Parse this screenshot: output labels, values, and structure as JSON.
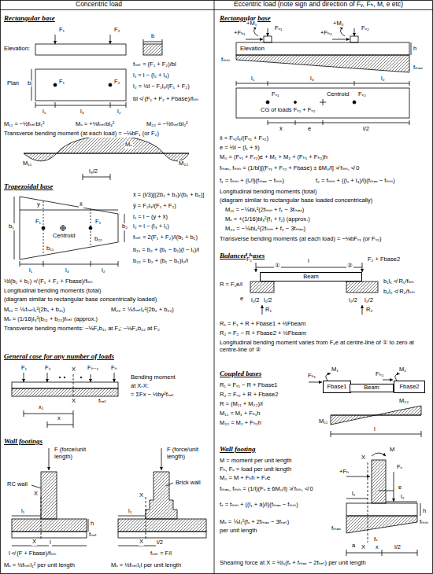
{
  "diagram": {
    "nodes": [
      {
        "text": [
          "Beam"
        ]
      },
      {
        "text": [
          "Fbase1"
        ]
      },
      {
        "text": [
          "Beam"
        ]
      },
      {
        "text": [
          "Fbase2"
        ]
      }
    ],
    "labels": [
      "Concentric load",
      "Eccentric load (note sign and direction of Fᵥ, Fₕ, M, e etc)",
      "Rectangular base",
      "F₁",
      "F₂",
      "b",
      "Elevation:",
      "Plan",
      "b",
      "F₁",
      "F₂",
      "l₁",
      "l₃",
      "l₂",
      "fₙₑₜ = (F₁ + F₂)/bl",
      "l₁ = l − (l₂ + l₃)",
      "l₂ = ½l − F₁l₃/(F₁ + F₂)",
      "bl ≮ (F₁ + F₂ + Fbase)/fₗᵢₘ",
      "M₁₁ = −½fₙₑₜbl₁²",
      "Mₓ = +⅛fₙₑₜbl₃²",
      "M₂₂ = −½fₙₑₜbl₂²",
      "Transverse bending moment (at each load) = −⅛bF₁ (or F₂)",
      "Mₓ",
      "M₁₁",
      "M₂₂",
      "l₃/2",
      "Trapezoidal base",
      "y",
      "x̄",
      "Centroid",
      "F₁",
      "F₂",
      "b₁₁",
      "b₂₂",
      "b₁",
      "b₂",
      "l₁",
      "l₃",
      "l₂",
      "x̄ = (l/3)[(2b₁ + b₂)/(b₁ + b₂)]",
      "ȳ = F₂l₃/(F₁ + F₂)",
      "l₁ = l − (y + x̄)",
      "l₂ = l − (l₃ + l₁)",
      "fₙₑₜ = 2(F₁ + F₂)/l(b₁ + b₂)",
      "b₁₁ = b₂ + (b₁ − b₂)(l − l₁)/l",
      "b₂₂ = b₂ + (b₁ − b₂)l₂/l",
      "½l(b₁ + b₂) ≮ (F₁ + F₂ + Fbase)/fₗᵢₘ",
      "Longitudinal bending moments (total)",
      "(diagram similar to rectangular base concentrically loaded)",
      "M₁₁ = ⅙fₙₑₜl₁²(2b₁ + b₁₁)",
      "M₂₂ = ⅙fₙₑₜl₂²(2b₂ + b₂₂)",
      "Mₓ = (1/16)l₃²(b₁₁ + b₂₂)fₙₑₜ (approx.)",
      "Transverse bending moments: −⅛F₁b₁₁ at F₁; −⅛F₂b₂₂ at F₂",
      "General case for any number of loads",
      "F₁",
      "F₂",
      "Fₙ₋₁",
      "Fₙ",
      "X",
      "X",
      "x₁",
      "x",
      "fₙₑₜ",
      "Bending moment",
      "at X-X:",
      "= ΣFx − ½by²fₙₑₜ",
      "Wall footings",
      "F (force/unit length)",
      "RC wall",
      "X",
      "X",
      "h",
      "l₁",
      "fₙₑₜ",
      "l",
      "l ≮ (F + Fbase)/fₗᵢₘ",
      "Mₓ = ½fₙₑₜl₁² per unit length",
      "F (force/unit length)",
      "Brick wall",
      "X",
      "X",
      "l₁",
      "l/2",
      "fₙₑₜ = F/l",
      "Mₓ = ½fₙₑₜl₁l per unit length",
      "Rectangular base",
      "+M₁",
      "+Fₕ₁",
      "Fᵥ₁",
      "+M₂",
      "+Fₕ₂",
      "Fᵥ₂",
      "Elevation",
      "h",
      "fₘᵢₙ",
      "fₘₐₓ",
      "l₁",
      "l₃",
      "l₂",
      "Fᵥ₁",
      "Fᵥ₂",
      "Centroid",
      "CG of loads Fᵥ₁ + Fᵥ₂",
      "x̄",
      "e",
      "l/2",
      "x̄ = Fᵥ₂l₃/(Fᵥ₁ + Fᵥ₂)",
      "e = ½l − (l₁ + x̄)",
      "M₀ = (Fᵥ₁ + Fᵥ₂)e + M₁ + M₂ + (Fₕ₁ + Fₕ₂)h",
      "fₘₐₓ, fₘᵢₙ = (1/bl)[(Fᵥ₁ + Fᵥ₂ + Fbase) ± 6M₀/l] ≯ fₗᵢₘ, ≮ 0",
      "f₁ = fₘᵢₙ + (l₁/l)(fₘₐₓ − fₘᵢₙ)",
      "f₂ = fₘᵢₙ + ((l₁ + l₃)/l)(fₘₐₓ − fₘᵢₙ)",
      "Longitudinal bending moments (total)",
      "(diagram similar to rectangular base loaded concentrically)",
      "M₁₁ = −⅙bl₁²(2fₘᵢₙ + f₁ − 3fₘₐₓ)",
      "Mₓ = +(1/16)bl₃²(f₁ + f₂) (approx.)",
      "M₂₂ = −⅙bl₂²(2fₘᵢₙ + f₂ − 3fₘₐₓ)",
      "Transverse bending moments (at each load) = −⅛bFᵥ₁ (or Fᵥ₂)",
      "Balanced bases",
      "F₁",
      "F₂ + Fbase2",
      "l",
      "①",
      "②",
      "e",
      "R = F₁e/l",
      "l₁/2",
      "l₁/2",
      "l₂/2",
      "l₂/2",
      "R₁",
      "R₂",
      "b₁l₁ ≮ R₁/fₗᵢₘ",
      "b₂l₂ ≮ R₂/fₗᵢₘ",
      "R₁ = F₁ + R + Fbase1 + ½Fbeam",
      "R₂ = F₂ − R + Fbase2 + ½Fbeam",
      "Longitudinal bending moment varies from F₁e at centre-line of ① to zero at centre-line of ②",
      "Coupled bases",
      "R₁ = Fᵥ₁ − R + Fbase1",
      "R₂ = Fᵥ₂ + R + Fbase2",
      "R = (M₁₁ + M₂₂)/l",
      "M₁₁ = M₁ + Fₕ₁h",
      "M₂₂ = M₂ + Fₕ₂h",
      "M₁",
      "M₂",
      "Fₕ₁",
      "Fₕ₂",
      "M₁₁",
      "M₂₂",
      "l",
      "Wall footing",
      "M = moment per unit length",
      "Fₕ, Fᵥ = load per unit length",
      "M₀ = M + Fₕh + Fᵥe",
      "fₘₐₓ, fₘᵢₙ = (1/l)(Fᵥ ± 6M₀/l) ≯ fₗᵢₘ, ≮ 0",
      "fₓ = fₘᵢₙ + ((l₁ + a)/l)(fₘₐₓ − fₘᵢₙ)",
      "Mₓ = ⅙l₁²(fₓ + 2fₘₐₓ − 3fₙₑₜ)",
      "per unit length",
      "Shearing force at X = ½l₁(fₓ + fₘₐₓ − 2fₙₑₜ) per unit length",
      "M",
      "X",
      "+Fₕ",
      "Fᵥ",
      "e",
      "h",
      "l₁",
      "l₂",
      "fₘₐₓ",
      "fₓ",
      "fₘᵢₙ",
      "a",
      "X",
      "x",
      "l/2"
    ]
  }
}
